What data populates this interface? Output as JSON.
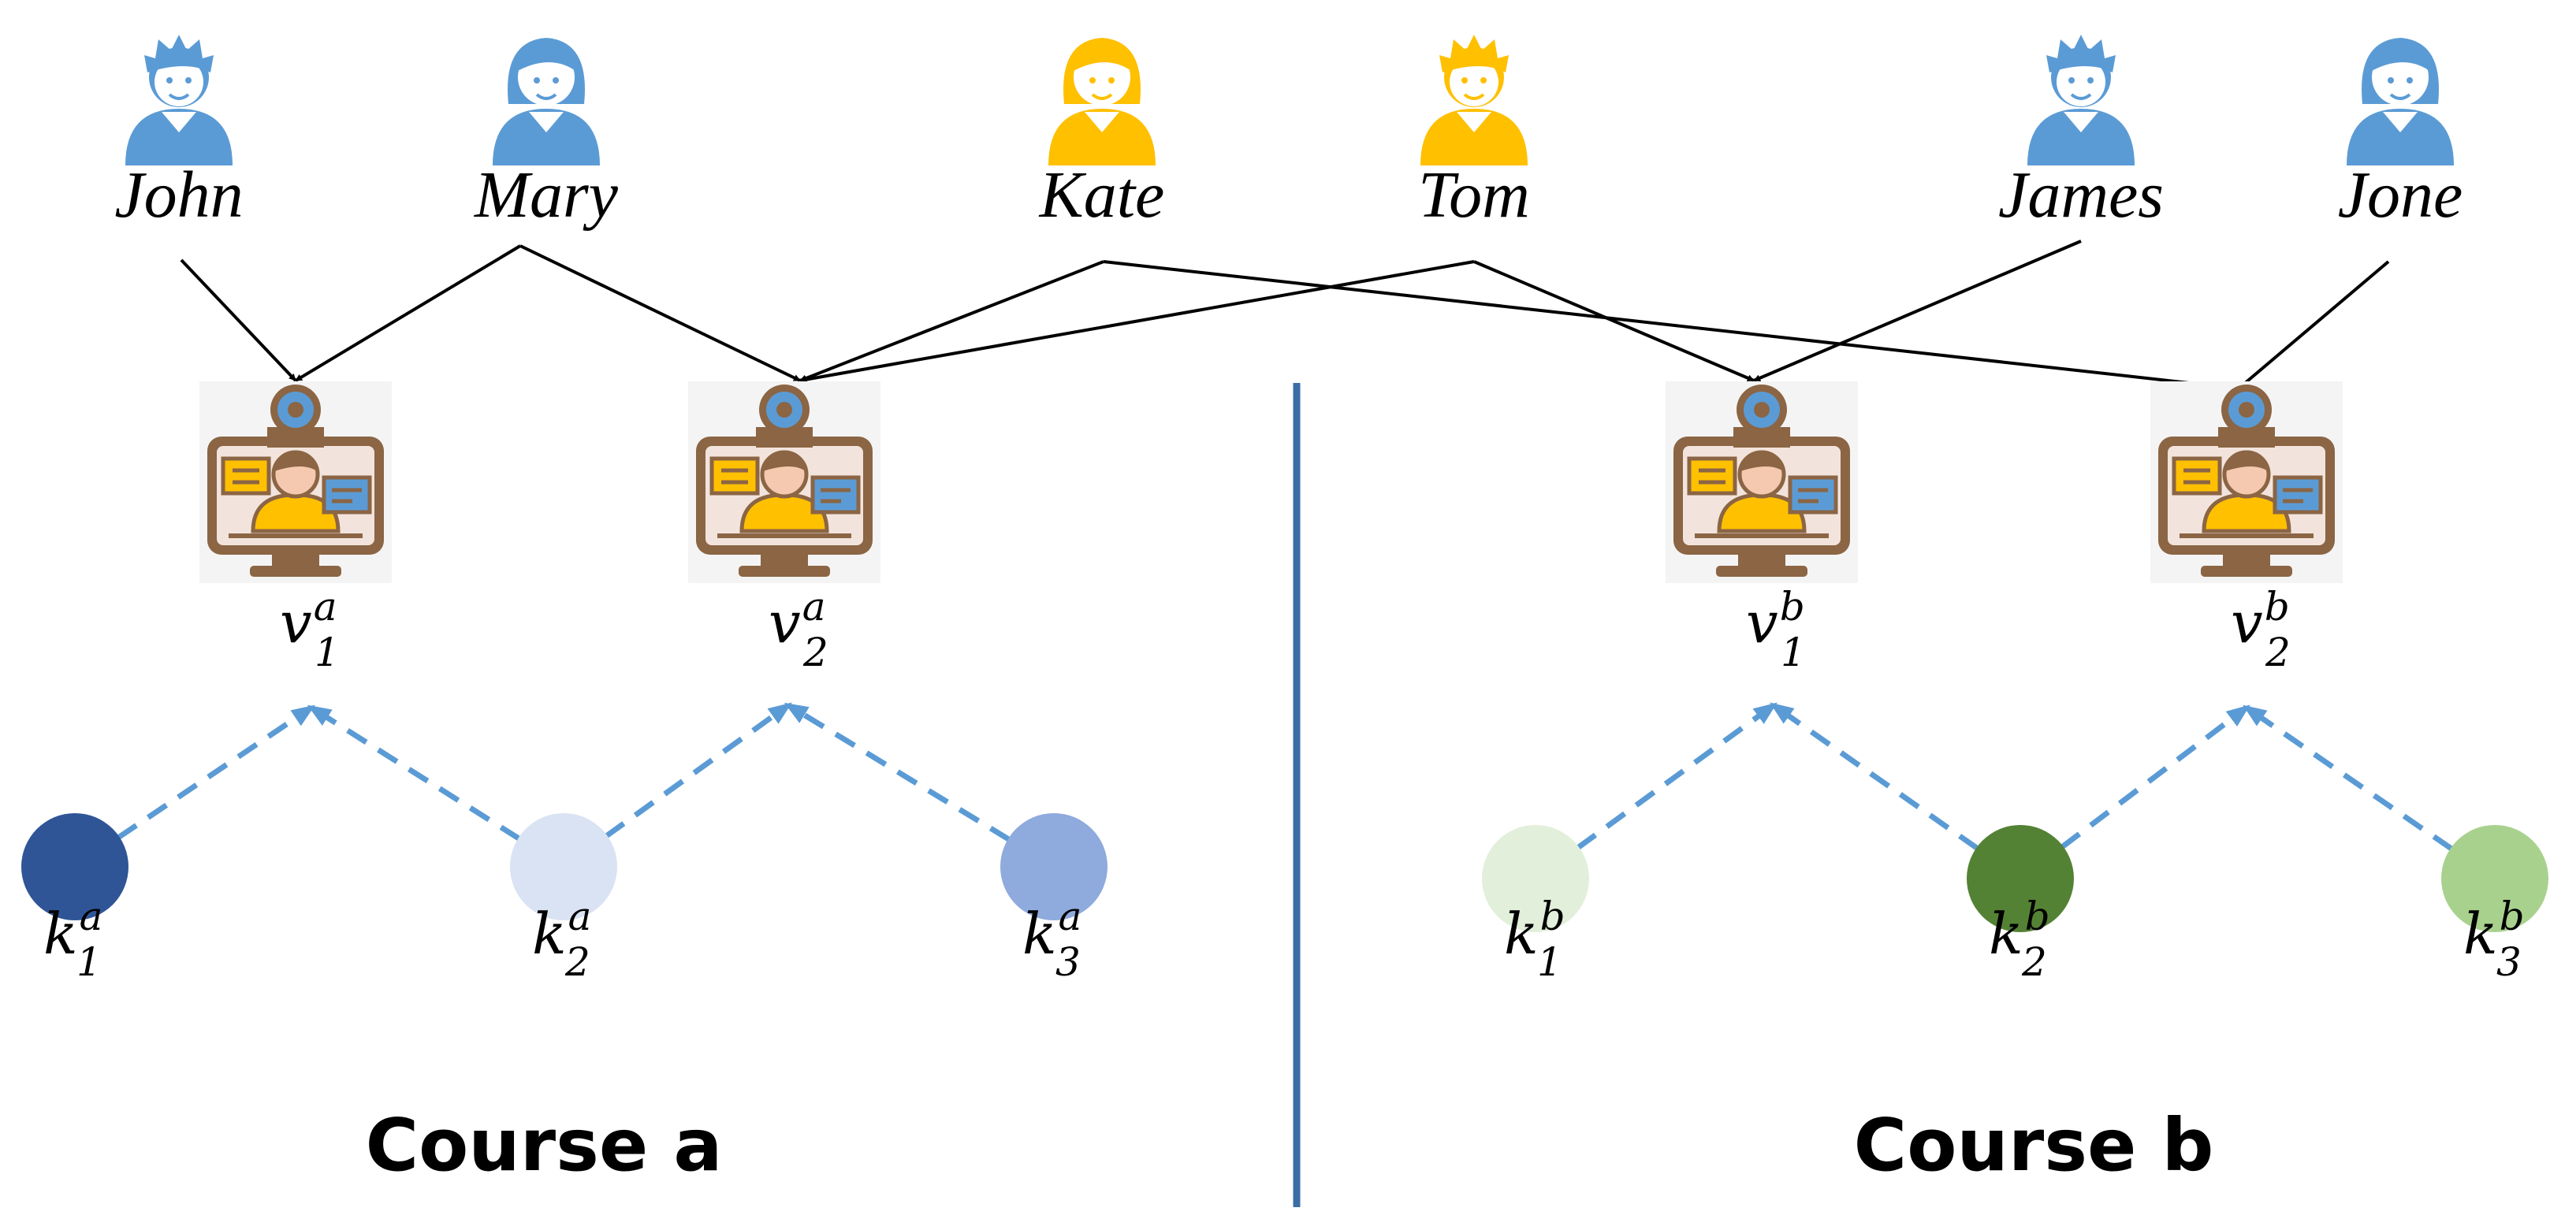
{
  "users": [
    {
      "name": "John",
      "gender": "male",
      "color": "#5b9bd5"
    },
    {
      "name": "Mary",
      "gender": "female",
      "color": "#5b9bd5"
    },
    {
      "name": "Kate",
      "gender": "female",
      "color": "#ffc000"
    },
    {
      "name": "Tom",
      "gender": "male",
      "color": "#ffc000"
    },
    {
      "name": "James",
      "gender": "male",
      "color": "#5b9bd5"
    },
    {
      "name": "Jone",
      "gender": "female",
      "color": "#5b9bd5"
    }
  ],
  "videos": [
    {
      "symbol": "v",
      "sub": "1",
      "sup": "a",
      "icon": "video-lecture-icon"
    },
    {
      "symbol": "v",
      "sub": "2",
      "sup": "a",
      "icon": "video-lecture-icon"
    },
    {
      "symbol": "v",
      "sub": "1",
      "sup": "b",
      "icon": "video-lecture-icon"
    },
    {
      "symbol": "v",
      "sub": "2",
      "sup": "b",
      "icon": "video-lecture-icon"
    }
  ],
  "concepts": [
    {
      "symbol": "k",
      "sub": "1",
      "sup": "a",
      "color": "#2f5597"
    },
    {
      "symbol": "k",
      "sub": "2",
      "sup": "a",
      "color": "#dae3f3"
    },
    {
      "symbol": "k",
      "sub": "3",
      "sup": "a",
      "color": "#8faadc"
    },
    {
      "symbol": "k",
      "sub": "1",
      "sup": "b",
      "color": "#e2efda"
    },
    {
      "symbol": "k",
      "sub": "2",
      "sup": "b",
      "color": "#548235"
    },
    {
      "symbol": "k",
      "sub": "3",
      "sup": "b",
      "color": "#a9d18e"
    }
  ],
  "watch_edges": [
    [
      "John",
      0
    ],
    [
      "Mary",
      0
    ],
    [
      "Mary",
      1
    ],
    [
      "Kate",
      1
    ],
    [
      "Kate",
      3
    ],
    [
      "Tom",
      1
    ],
    [
      "Tom",
      2
    ],
    [
      "James",
      2
    ],
    [
      "Jone",
      3
    ]
  ],
  "concept_edges": [
    [
      0,
      0
    ],
    [
      1,
      0
    ],
    [
      1,
      1
    ],
    [
      2,
      1
    ],
    [
      3,
      2
    ],
    [
      4,
      2
    ],
    [
      4,
      3
    ],
    [
      5,
      3
    ]
  ],
  "courses": [
    {
      "label": "Course a"
    },
    {
      "label": "Course b"
    }
  ],
  "colors": {
    "divider": "#3a6ea5",
    "concept_edge": "#5b9bd5",
    "watch_edge": "#000000"
  }
}
